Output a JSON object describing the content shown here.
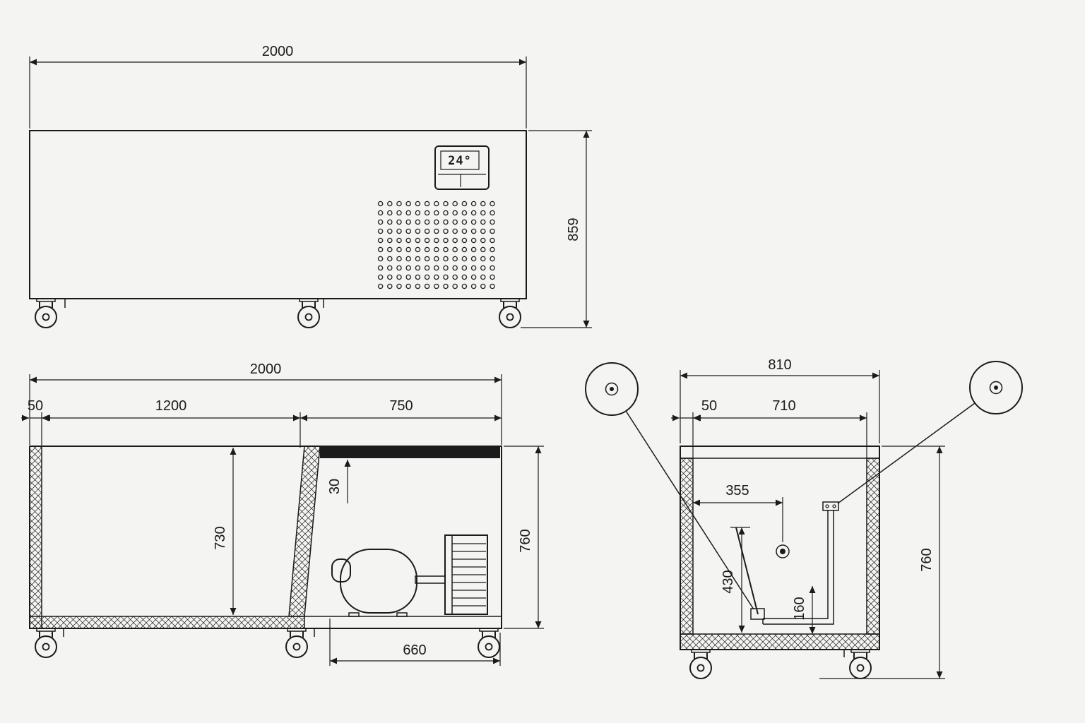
{
  "colors": {
    "background": "#f4f4f2",
    "line": "#1b1b1b"
  },
  "display": {
    "value": "24°"
  },
  "front_view": {
    "dim_width": "2000",
    "dim_height": "859"
  },
  "side_section": {
    "dim_total_width": "2000",
    "dim_wall_thickness": "50",
    "dim_inner_width": "1200",
    "dim_machine_compartment": "750",
    "dim_top_panel": "30",
    "dim_inner_height": "730",
    "dim_overall_height": "760",
    "dim_machine_floor": "660"
  },
  "cross_section": {
    "dim_total_depth": "810",
    "dim_wall_thickness": "50",
    "dim_inner_depth": "710",
    "dim_drain_offset": "355",
    "dim_drain_height": "430",
    "dim_pipe_height": "160",
    "dim_overall_height": "760"
  }
}
